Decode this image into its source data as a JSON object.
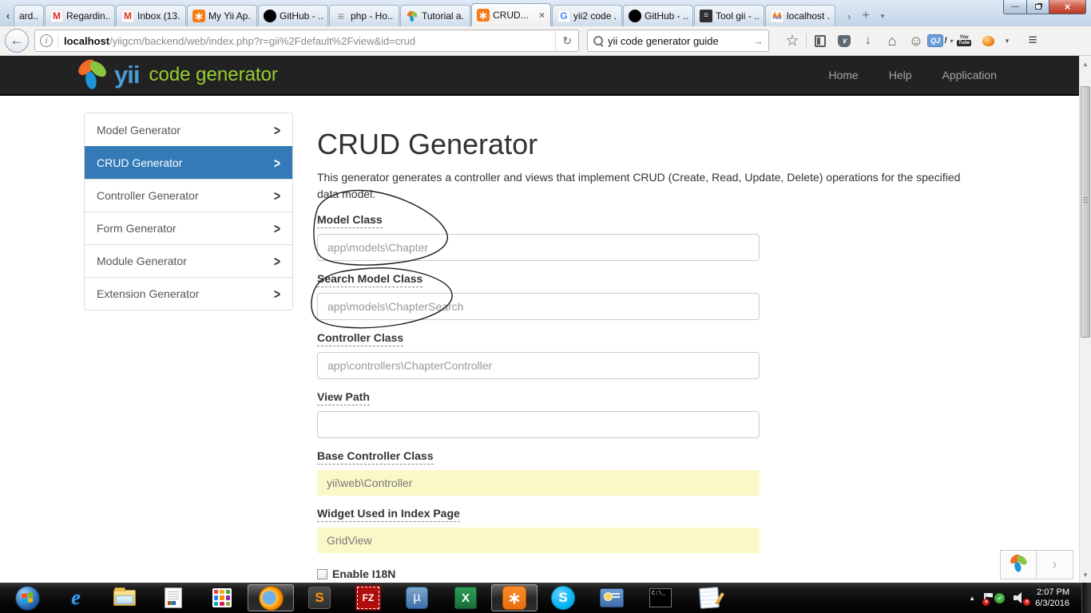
{
  "window": {
    "minimize": "—",
    "close": "×"
  },
  "browser": {
    "tab_scroll_left": "‹",
    "tabs": [
      {
        "label": "ard...",
        "icon": "none",
        "narrow": true
      },
      {
        "label": "Regardin...",
        "icon": "gmail"
      },
      {
        "label": "Inbox (13...",
        "icon": "gmail"
      },
      {
        "label": "My Yii Ap...",
        "icon": "xampp"
      },
      {
        "label": "GitHub - ...",
        "icon": "github"
      },
      {
        "label": "php - Ho...",
        "icon": "stackoverflow"
      },
      {
        "label": "Tutorial a...",
        "icon": "yii"
      },
      {
        "label": "CRUD...",
        "icon": "xampp",
        "active": true,
        "closable": true
      },
      {
        "label": "yii2 code ...",
        "icon": "google"
      },
      {
        "label": "GitHub - ...",
        "icon": "github"
      },
      {
        "label": "Tool gii - ...",
        "icon": "book"
      },
      {
        "label": "localhost ...",
        "icon": "pma"
      }
    ],
    "tab_overflow": "›",
    "new_tab": "+",
    "tab_list_caret": "▾",
    "back": "←",
    "info": "i",
    "reload": "↻",
    "url": {
      "host": "localhost",
      "path": "/yiigcm/backend/web/index.php?r=gii%2Fdefault%2Fview&id=crud"
    },
    "search": {
      "value": "yii code generator guide",
      "go": "→"
    },
    "toolbar_icons": [
      "bookmark-star",
      "bookmarks-panel",
      "pocket",
      "downloads",
      "home",
      "forum-smiley",
      "qj-addon",
      "youtube",
      "addon-orange",
      "addon-caret"
    ],
    "qj": {
      "text": "QJ",
      "badge": "!"
    },
    "youtube": {
      "top": "You",
      "bottom": "Tube"
    },
    "menu": "≡"
  },
  "site_header": {
    "brand": "yii",
    "brand_sub": "code generator",
    "nav": [
      {
        "label": "Home"
      },
      {
        "label": "Help"
      },
      {
        "label": "Application"
      }
    ]
  },
  "sidebar": [
    {
      "label": "Model Generator",
      "active": false
    },
    {
      "label": "CRUD Generator",
      "active": true
    },
    {
      "label": "Controller Generator",
      "active": false
    },
    {
      "label": "Form Generator",
      "active": false
    },
    {
      "label": "Module Generator",
      "active": false
    },
    {
      "label": "Extension Generator",
      "active": false
    }
  ],
  "main": {
    "title": "CRUD Generator",
    "description": "This generator generates a controller and views that implement CRUD (Create, Read, Update, Delete) operations for the specified data model.",
    "fields": [
      {
        "label": "Model Class",
        "value": "app\\models\\Chapter",
        "sticky": false
      },
      {
        "label": "Search Model Class",
        "value": "app\\models\\ChapterSearch",
        "sticky": false
      },
      {
        "label": "Controller Class",
        "value": "app\\controllers\\ChapterController",
        "sticky": false
      },
      {
        "label": "View Path",
        "value": "",
        "sticky": false
      },
      {
        "label": "Base Controller Class",
        "value": "yii\\web\\Controller",
        "sticky": true
      },
      {
        "label": "Widget Used in Index Page",
        "value": "GridView",
        "sticky": true
      }
    ],
    "i18n_checkbox": {
      "label": "Enable I18N",
      "checked": false
    }
  },
  "corner_widget": {
    "chevron": "›"
  },
  "taskbar": {
    "items": [
      {
        "icon": "start-orb"
      },
      {
        "icon": "internet-explorer"
      },
      {
        "icon": "windows-explorer"
      },
      {
        "icon": "text-document"
      },
      {
        "icon": "app-grid"
      },
      {
        "icon": "firefox",
        "active": true
      },
      {
        "icon": "sublime-text"
      },
      {
        "icon": "filezilla"
      },
      {
        "icon": "utorrent"
      },
      {
        "icon": "excel"
      },
      {
        "icon": "xampp",
        "active": true
      },
      {
        "icon": "skype"
      },
      {
        "icon": "control-panel"
      },
      {
        "icon": "command-prompt"
      },
      {
        "icon": "notepad"
      }
    ],
    "tray": {
      "time": "2:07 PM",
      "date": "6/3/2016",
      "icons": [
        "tray-expand",
        "action-center-flag",
        "status-check",
        "volume-muted"
      ]
    }
  },
  "colors": {
    "accent": "#337ab7",
    "header_bg": "#222222",
    "sticky_bg": "#fbf8c8",
    "brand_blue": "#4b9bd5",
    "brand_green": "#9acd32"
  }
}
